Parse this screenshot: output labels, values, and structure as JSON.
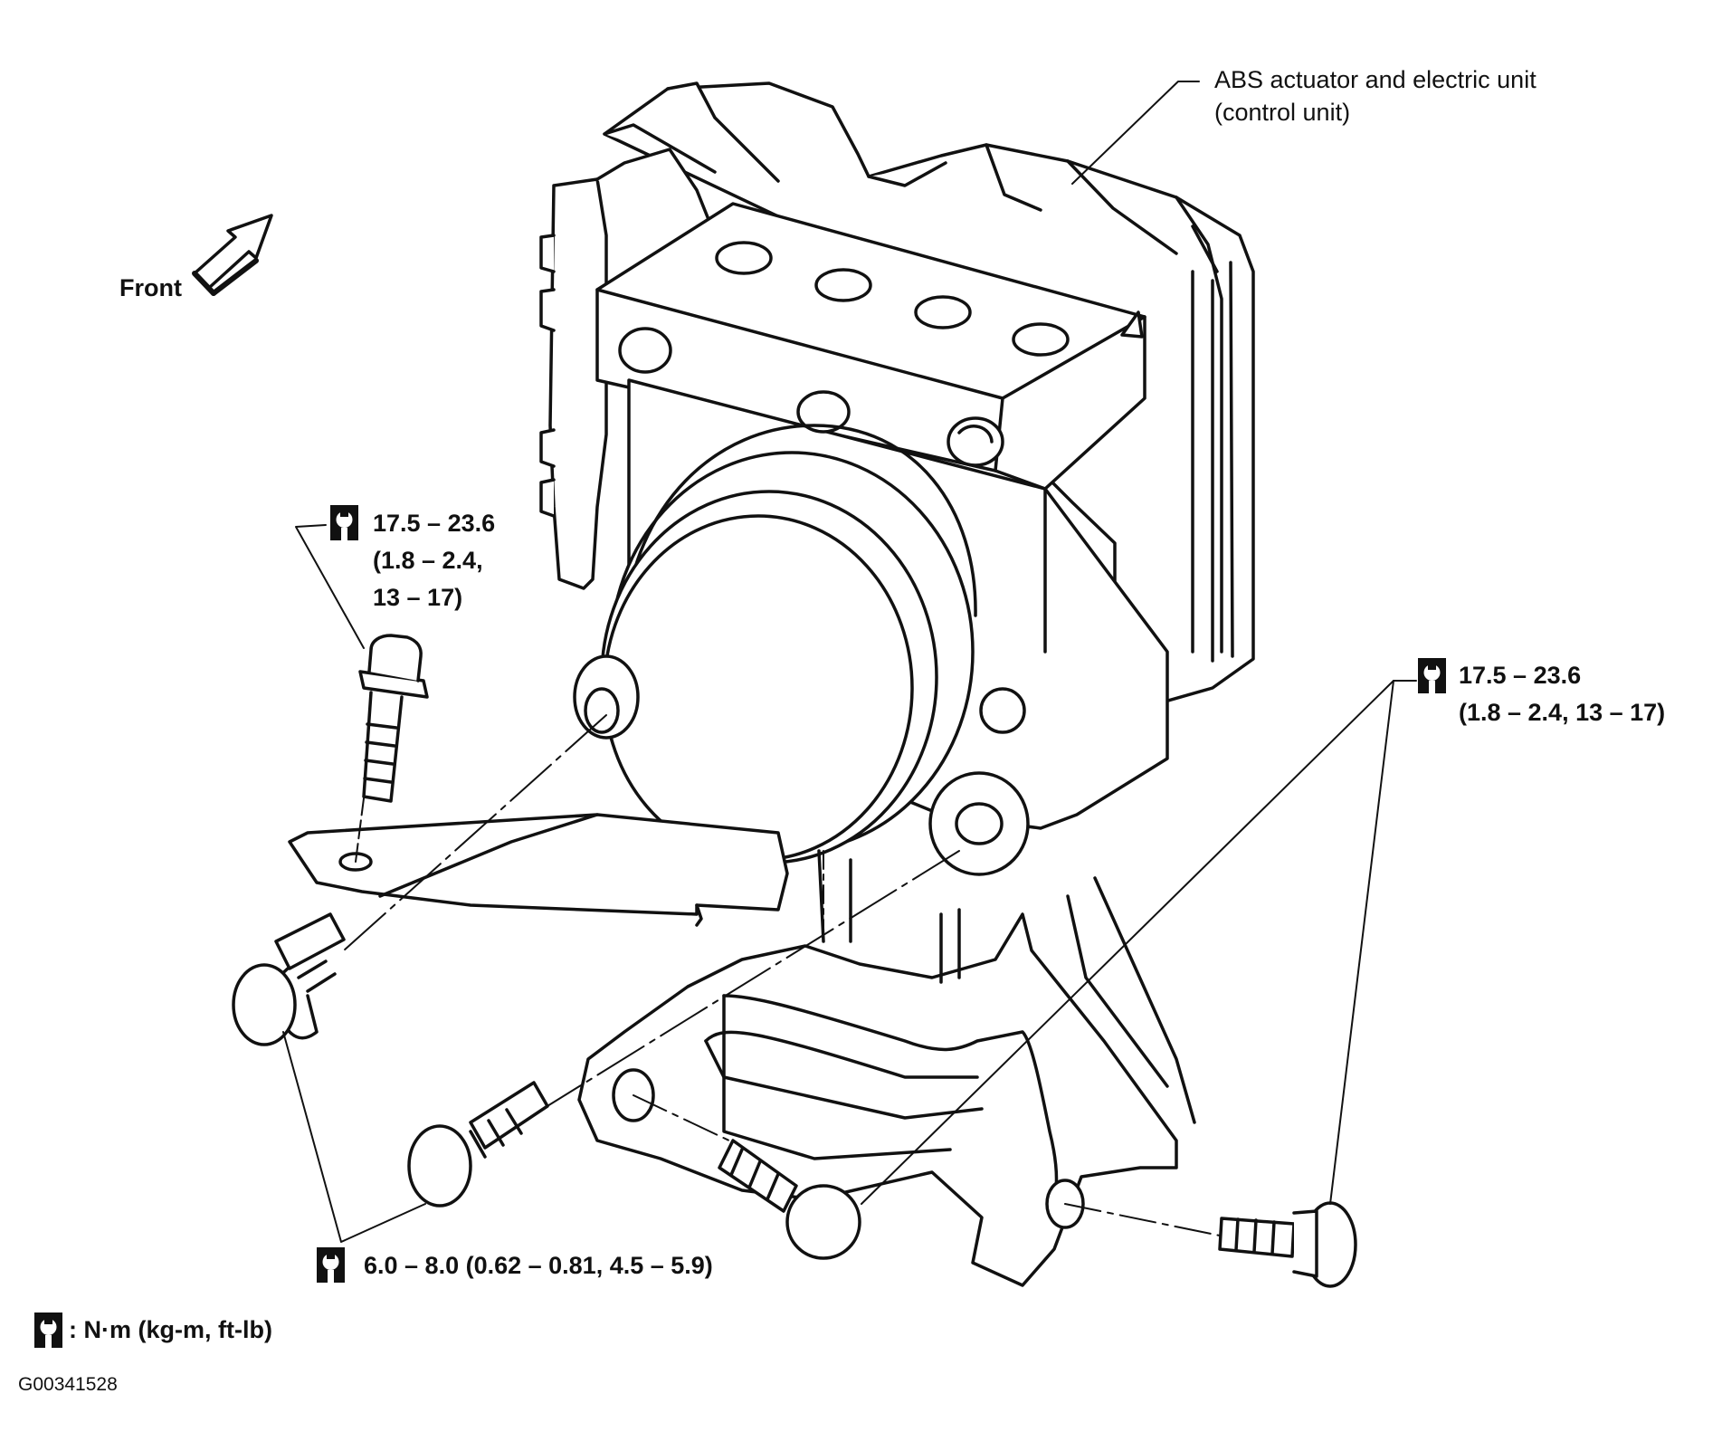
{
  "labels": {
    "part_name_line1": "ABS actuator and electric unit",
    "part_name_line2": "(control unit)",
    "front": "Front",
    "torque_left_line1": "17.5 – 23.6",
    "torque_left_line2": "(1.8 – 2.4,",
    "torque_left_line3": "13 – 17)",
    "torque_right_line1": "17.5 – 23.6",
    "torque_right_line2": "(1.8 – 2.4, 13 – 17)",
    "torque_bottom": "6.0 – 8.0 (0.62 – 0.81, 4.5 – 5.9)",
    "legend_units": ": N·m (kg-m, ft-lb)",
    "figure_code": "G00341528"
  },
  "icons": {
    "torque_symbol": "torque-wrench-icon",
    "front_indicator": "front-arrow-icon"
  },
  "colors": {
    "line": "#111111",
    "background": "#ffffff"
  }
}
